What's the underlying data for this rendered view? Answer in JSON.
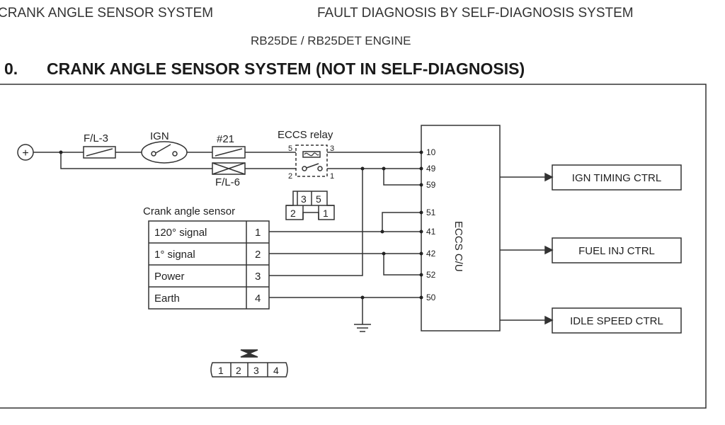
{
  "header": {
    "left": "CRANK ANGLE SENSOR SYSTEM",
    "right": "FAULT DIAGNOSIS BY SELF-DIAGNOSIS SYSTEM",
    "engine": "RB25DE / RB25DET ENGINE"
  },
  "section": {
    "number": "0.",
    "title": "CRANK ANGLE SENSOR SYSTEM (NOT IN SELF-DIAGNOSIS)"
  },
  "diagram": {
    "battery_symbol": "+",
    "fuse_fl3": "F/L-3",
    "ign": "IGN",
    "fuse_21": "#21",
    "fuse_fl6": "F/L-6",
    "relay_label": "ECCS relay",
    "relay_pins": [
      "5",
      "3",
      "2",
      "1"
    ],
    "relay_connector_top": [
      "3",
      "5"
    ],
    "relay_connector_bottom": [
      "2",
      "1"
    ],
    "sensor_title": "Crank angle sensor",
    "sensor_rows": [
      {
        "label": "120° signal",
        "pin": "1"
      },
      {
        "label": "1° signal",
        "pin": "2"
      },
      {
        "label": "Power",
        "pin": "3"
      },
      {
        "label": "Earth",
        "pin": "4"
      }
    ],
    "ecu_label": "ECCS C/U",
    "ecu_pins": [
      "10",
      "49",
      "59",
      "51",
      "41",
      "42",
      "52",
      "50"
    ],
    "outputs": [
      "IGN TIMING CTRL",
      "FUEL INJ CTRL",
      "IDLE SPEED CTRL"
    ],
    "connector_pins": [
      "1",
      "2",
      "3",
      "4"
    ]
  }
}
